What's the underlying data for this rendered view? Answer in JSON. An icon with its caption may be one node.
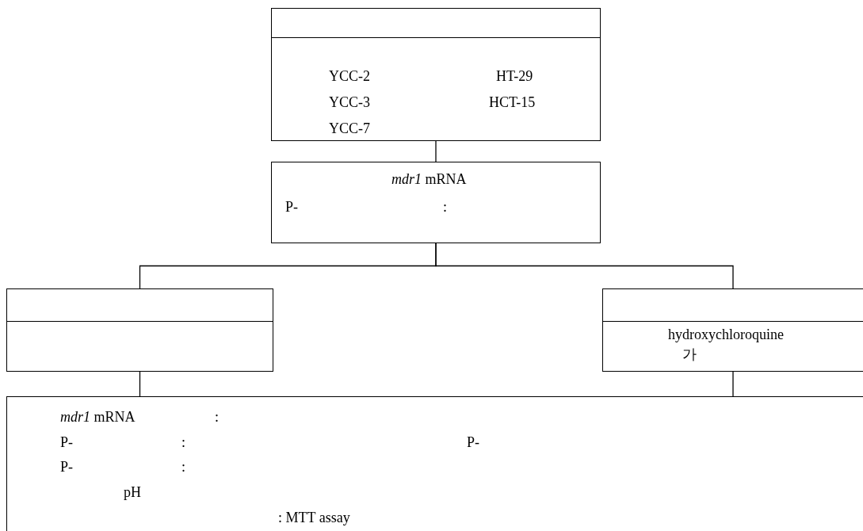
{
  "diagram": {
    "nodes": [
      {
        "text": [
          "YCC-2",
          "YCC-3",
          "YCC-7",
          "HT-29",
          "HCT-15"
        ]
      },
      {
        "text": [
          "*mdr1* mRNA",
          "P-",
          ":"
        ]
      },
      {
        "text": [],
        "shape": "box"
      },
      {
        "text": [
          "hydroxychloroquine",
          "가"
        ]
      },
      {
        "text": [
          "*mdr1* mRNA",
          ":",
          "P-",
          ":",
          "P-",
          "P-",
          ":",
          "pH",
          ": MTT assay"
        ]
      }
    ],
    "edges": [
      {
        "from": 0,
        "to": 1,
        "arrow": "none"
      },
      {
        "from": 1,
        "to": 2,
        "arrow": "none"
      },
      {
        "from": 1,
        "to": 3,
        "arrow": "none"
      },
      {
        "from": 2,
        "to": 4,
        "arrow": "none"
      },
      {
        "from": 3,
        "to": 4,
        "arrow": "none"
      }
    ]
  }
}
